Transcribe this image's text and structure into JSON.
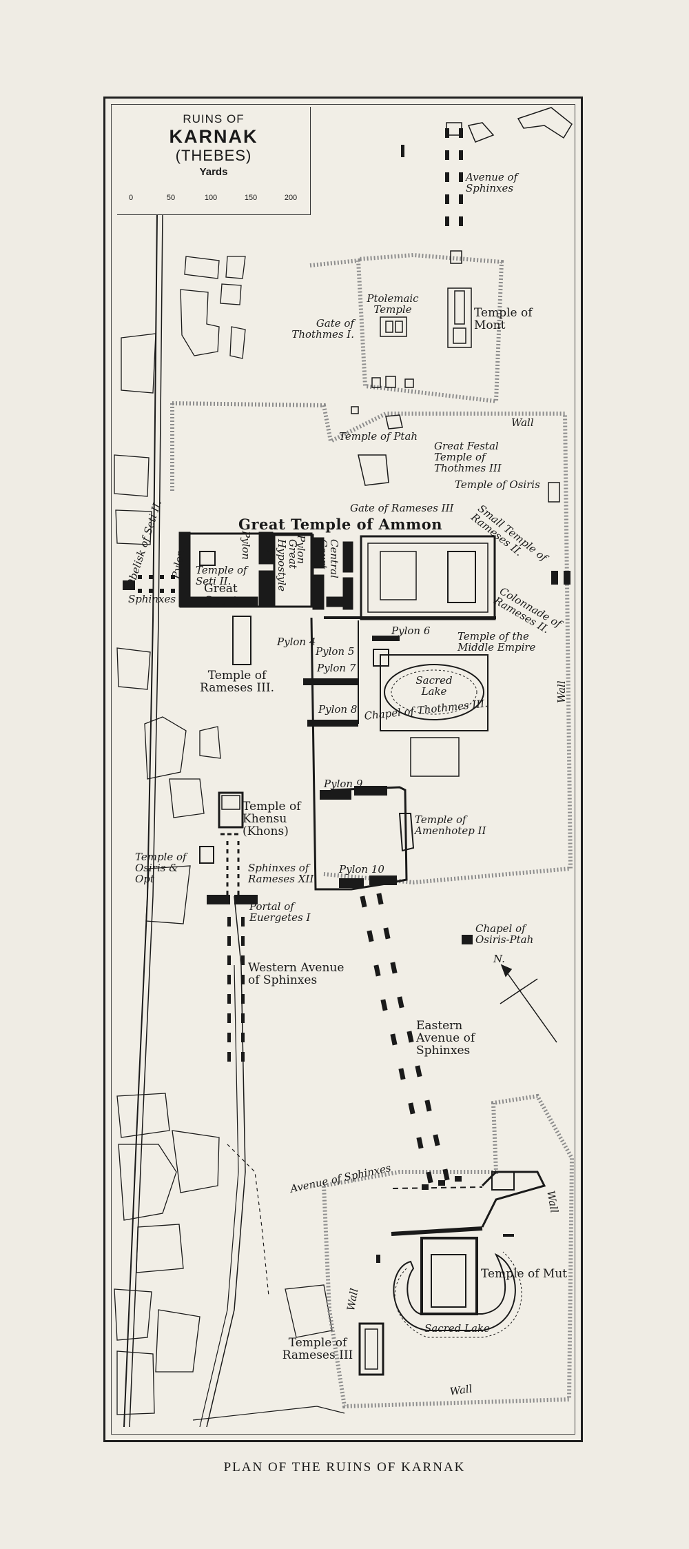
{
  "title": {
    "line1": "RUINS OF",
    "line2": "KARNAK",
    "line3": "(THEBES)",
    "scale_unit": "Yards",
    "scale_ticks": [
      "0",
      "50",
      "100",
      "150",
      "200"
    ]
  },
  "caption": "PLAN OF THE RUINS OF KARNAK",
  "labels": {
    "avenue_of_sphinxes_north": "Avenue of Sphinxes",
    "ptolemaic_temple": "Ptolemaic Temple",
    "temple_of_mont": "Temple of Mont",
    "gate_of_thothmes": "Gate of Thothmes I.",
    "wall_north": "Wall",
    "temple_of_ptah": "Temple of Ptah",
    "great_festal_temple": "Great Festal Temple of Thothmes III",
    "temple_of_osiris": "Temple of Osiris",
    "gate_of_rameses_iii": "Gate of Rameses III",
    "great_temple_of_ammon": "Great Temple of Ammon",
    "small_temple_rameses_ii": "Small Temple of Rameses II.",
    "obelisk_of_seti": "Obelisk of Seti II.",
    "pylon_rot": "Pylon",
    "temple_of_seti": "Temple of Seti II.",
    "great_court": "Great Court",
    "sphinxes_west": "Sphinxes",
    "pylon_1": "Pylon",
    "pylon_2": "Pylon",
    "great_hypostyle_hall": "Great Hypostyle Hall",
    "central_court": "Central Court",
    "colonnade_rameses": "Colonnade of Rameses II.",
    "pylon_6": "Pylon 6",
    "temple_middle_empire": "Temple of the Middle Empire",
    "pylon_4": "Pylon 4",
    "pylon_5": "Pylon 5",
    "pylon_7": "Pylon 7",
    "pylon_8": "Pylon 8",
    "sacred_lake_north": "Sacred Lake",
    "chapel_thothmes": "Chapel of Thothmes III.",
    "temple_of_rameses_iii_north": "Temple of Rameses III.",
    "wall_east": "Wall",
    "pylon_9": "Pylon 9",
    "temple_of_khensu": "Temple of Khensu (Khons)",
    "temple_of_amenhotep": "Temple of Amenhotep II",
    "temple_of_osiris_opt": "Temple of Osiris & Opt",
    "sphinxes_rameses_xii": "Sphinxes of Rameses XII.",
    "pylon_10": "Pylon 10",
    "portal_of_euergetes": "Portal of Euergetes I",
    "chapel_osiris_ptah": "Chapel of Osiris-Ptah",
    "north_arrow": "N.",
    "western_avenue": "Western Avenue of Sphinxes",
    "eastern_avenue": "Eastern Avenue of Sphinxes",
    "avenue_of_sphinxes_south": "Avenue of Sphinxes",
    "wall_south_east": "Wall",
    "temple_of_mut": "Temple of Mut",
    "wall_south_west": "Wall",
    "sacred_lake_south": "Sacred Lake",
    "temple_of_rameses_iii_south": "Temple of Rameses III",
    "wall_bottom": "Wall"
  },
  "colors": {
    "paper": "#efece4",
    "ink": "#1a1a1a",
    "wall_dotted": "#9a9a9a"
  }
}
